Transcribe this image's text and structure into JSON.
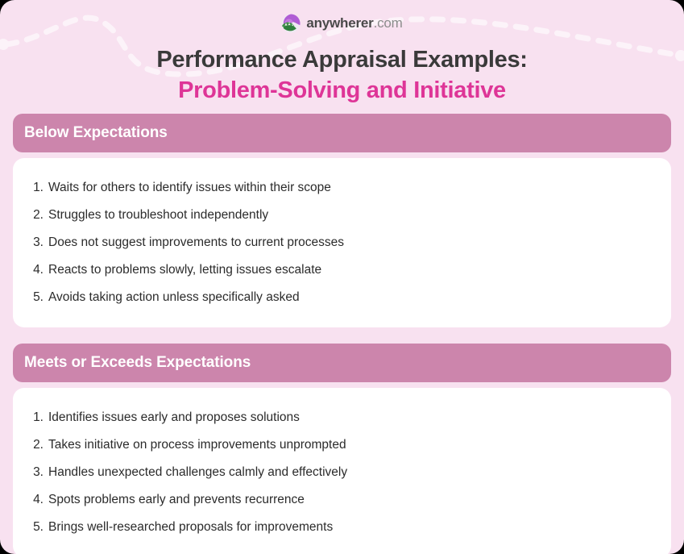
{
  "brand": {
    "icon": "globe-logo-icon",
    "name": "anywherer",
    "tld": ".com",
    "colors": {
      "name_color": "#4A4A4A",
      "tld_color": "#8C8C8C",
      "mark_purple": "#A855C8",
      "mark_green": "#4C9A52"
    }
  },
  "title": {
    "line1": "Performance Appraisal Examples:",
    "line2": "Problem-Solving and Initiative",
    "line1_color": "#3A3A3A",
    "line2_color": "#DE3597"
  },
  "theme": {
    "background": "#F8E1F0",
    "header_bar": "#CC85AC",
    "card": "#FFFFFF",
    "decoration": "dashed-curve-line",
    "decoration_color": "#FCF2F8"
  },
  "sections": [
    {
      "header": "Below Expectations",
      "items": [
        {
          "num": "1.",
          "text": "Waits for others to identify issues within their scope"
        },
        {
          "num": "2.",
          "text": "Struggles to troubleshoot independently"
        },
        {
          "num": "3.",
          "text": "Does not suggest improvements to current processes"
        },
        {
          "num": "4.",
          "text": "Reacts to problems slowly, letting issues escalate"
        },
        {
          "num": "5.",
          "text": "Avoids taking action unless specifically asked"
        }
      ]
    },
    {
      "header": "Meets or Exceeds Expectations",
      "items": [
        {
          "num": "1.",
          "text": "Identifies issues early and proposes solutions"
        },
        {
          "num": "2.",
          "text": "Takes initiative on process improvements unprompted"
        },
        {
          "num": "3.",
          "text": "Handles unexpected challenges calmly and effectively"
        },
        {
          "num": "4.",
          "text": "Spots problems early and prevents recurrence"
        },
        {
          "num": "5.",
          "text": "Brings well-researched proposals for improvements"
        }
      ]
    }
  ]
}
